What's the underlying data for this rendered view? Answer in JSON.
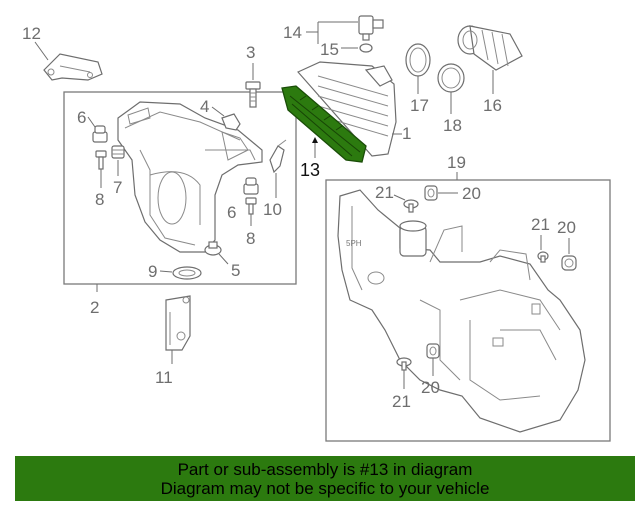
{
  "labels": {
    "c1": "1",
    "c2": "2",
    "c3": "3",
    "c4": "4",
    "c5": "5",
    "c6a": "6",
    "c6b": "6",
    "c7": "7",
    "c8a": "8",
    "c8b": "8",
    "c9": "9",
    "c10": "10",
    "c11": "11",
    "c12": "12",
    "c13": "13",
    "c14": "14",
    "c15": "15",
    "c16": "16",
    "c17": "17",
    "c18": "18",
    "c19": "19",
    "c20a": "20",
    "c20b": "20",
    "c20c": "20",
    "c21a": "21",
    "c21b": "21",
    "c21c": "21"
  },
  "stamp_text": "5PH",
  "highlight_color": "#2c7a0f",
  "banner": {
    "line1": "Part or sub-assembly is #13 in diagram",
    "line2": "Diagram may not be specific to your vehicle"
  }
}
